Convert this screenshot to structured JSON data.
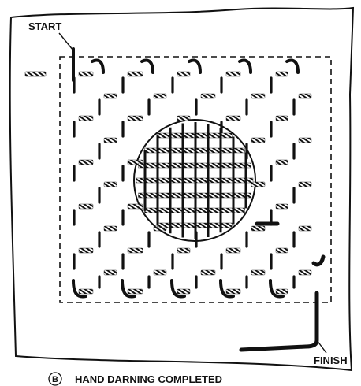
{
  "labels": {
    "start": "START",
    "finish": "FINISH"
  },
  "caption": {
    "letter": "B",
    "text": "HAND DARNING COMPLETED"
  },
  "colors": {
    "ink": "#111111",
    "paper": "#ffffff"
  }
}
